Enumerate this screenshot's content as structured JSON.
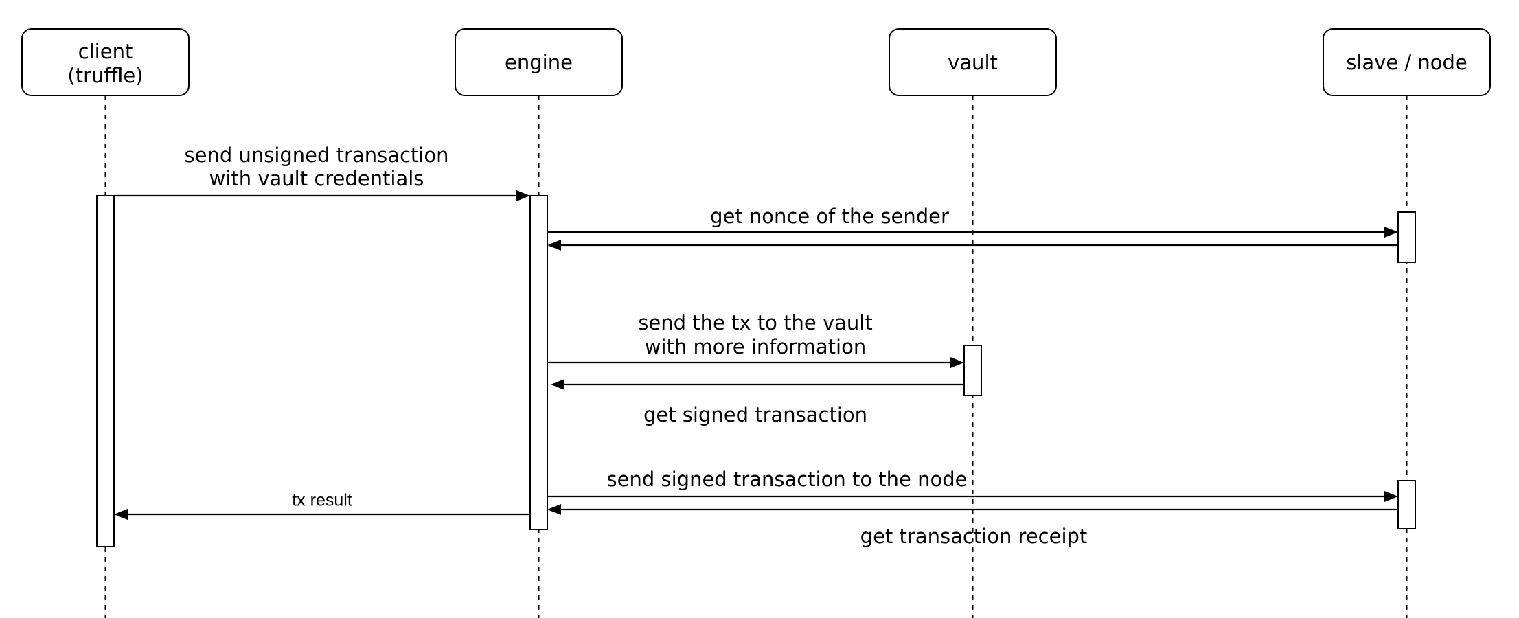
{
  "participants": [
    {
      "id": "client",
      "lines": [
        "client",
        "(truffle)"
      ]
    },
    {
      "id": "engine",
      "lines": [
        "engine"
      ]
    },
    {
      "id": "vault",
      "lines": [
        "vault"
      ]
    },
    {
      "id": "node",
      "lines": [
        "slave / node"
      ]
    }
  ],
  "messages": [
    {
      "id": "send-unsigned",
      "from": "client",
      "to": "engine",
      "lines": [
        "send unsigned transaction",
        "with vault credentials"
      ]
    },
    {
      "id": "get-nonce",
      "from": "engine",
      "to": "node",
      "lines": [
        "get nonce of the sender"
      ]
    },
    {
      "id": "nonce-reply",
      "from": "node",
      "to": "engine",
      "lines": []
    },
    {
      "id": "send-tx-vault",
      "from": "engine",
      "to": "vault",
      "lines": [
        "send the tx to the vault",
        "with more information"
      ]
    },
    {
      "id": "get-signed",
      "from": "vault",
      "to": "engine",
      "lines": [
        "get signed transaction"
      ]
    },
    {
      "id": "send-signed-node",
      "from": "engine",
      "to": "node",
      "lines": [
        "send signed transaction to the node"
      ]
    },
    {
      "id": "get-receipt",
      "from": "node",
      "to": "engine",
      "lines": [
        "get transaction receipt"
      ]
    },
    {
      "id": "tx-result",
      "from": "engine",
      "to": "client",
      "lines": [
        "tx result"
      ]
    }
  ]
}
